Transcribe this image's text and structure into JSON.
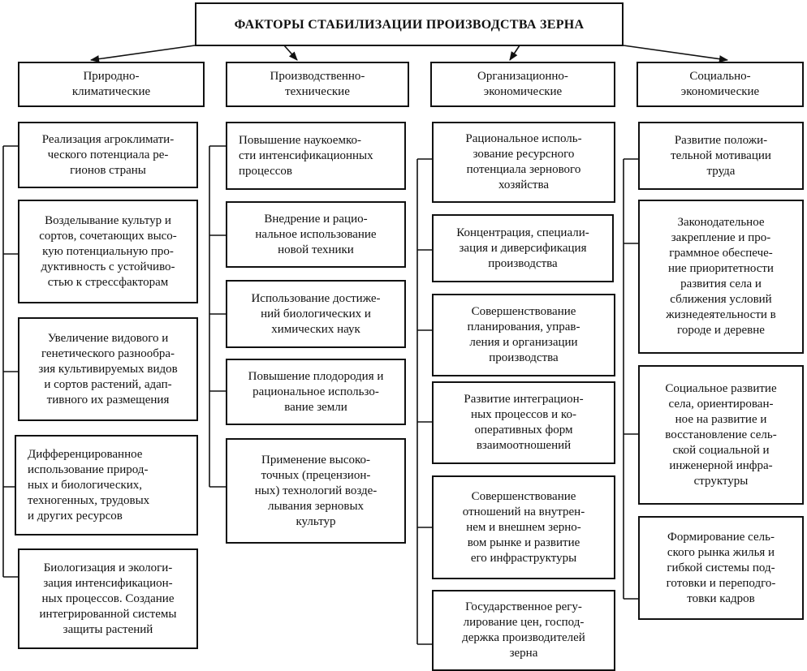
{
  "title": "ФАКТОРЫ СТАБИЛИЗАЦИИ ПРОИЗВОДСТВА ЗЕРНА",
  "columns": [
    {
      "header": "Природно-\nклиматические",
      "items": [
        "Реализация агроклимати-\nческого потенциала ре-\nгионов страны",
        "Возделывание культур и\nсортов, сочетающих высо-\nкую потенциальную про-\nдуктивность с устойчиво-\nстью к стрессфакторам",
        "Увеличение видового и\nгенетического разнообра-\nзия культивируемых видов\nи сортов растений, адап-\nтивного их размещения",
        "Дифференцированное\nиспользование природ-\nных и биологических,\nтехногенных, трудовых\nи других ресурсов",
        "Биологизация и экологи-\nзация интенсификацион-\nных процессов. Создание\nинтегрированной системы\nзащиты растений"
      ]
    },
    {
      "header": "Производственно-\nтехнические",
      "items": [
        "Повышение наукоемко-\nсти интенсификационных\nпроцессов",
        "Внедрение и рацио-\nнальное использование\nновой техники",
        "Использование достиже-\nний биологических и\nхимических наук",
        "Повышение плодородия и\nрациональное использо-\nвание земли",
        "Применение высоко-\nточных (прецензион-\nных) технологий возде-\nлывания зерновых\nкультур"
      ]
    },
    {
      "header": "Организационно-\nэкономические",
      "items": [
        "Рациональное исполь-\nзование ресурсного\nпотенциала зернового\nхозяйства",
        "Концентрация, специали-\nзация и диверсификация\nпроизводства",
        "Совершенствование\nпланирования, управ-\nления и организации\nпроизводства",
        "Развитие интеграцион-\nных процессов и ко-\nоперативных форм\nвзаимоотношений",
        "Совершенствование\nотношений на внутрен-\nнем и внешнем зерно-\nвом рынке и развитие\nего инфраструктуры",
        "Государственное регу-\nлирование цен, господ-\nдержка производителей\nзерна"
      ]
    },
    {
      "header": "Социально-\nэкономические",
      "items": [
        "Развитие положи-\nтельной мотивации\nтруда",
        "Законодательное\nзакрепление и про-\nграммное обеспече-\nние приоритетности\nразвития села и\nсближения условий\nжизнедеятельности в\nгороде и деревне",
        "Социальное развитие\nсела, ориентирован-\nное на развитие и\nвосстановление сель-\nской социальной и\nинженерной инфра-\nструктуры",
        "Формирование сель-\nского рынка жилья и\nгибкой системы под-\nготовки и переподго-\nтовки кадров"
      ]
    }
  ]
}
